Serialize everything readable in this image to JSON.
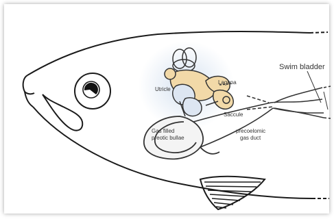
{
  "labels": {
    "swim_bladder": "Swim bladder",
    "utricle": "Utricle",
    "lagena": "Lagena",
    "saccule": "Saccule",
    "gas_filled_line1": "Gas filled",
    "gas_filled_line2": "preotic bullae",
    "duct_line1": "precoelomic",
    "duct_line2": "gas duct"
  },
  "colors": {
    "outline": "#1a1a1a",
    "ear_fill": "#f2d9a8",
    "watercolor": "#c9d9ec"
  }
}
